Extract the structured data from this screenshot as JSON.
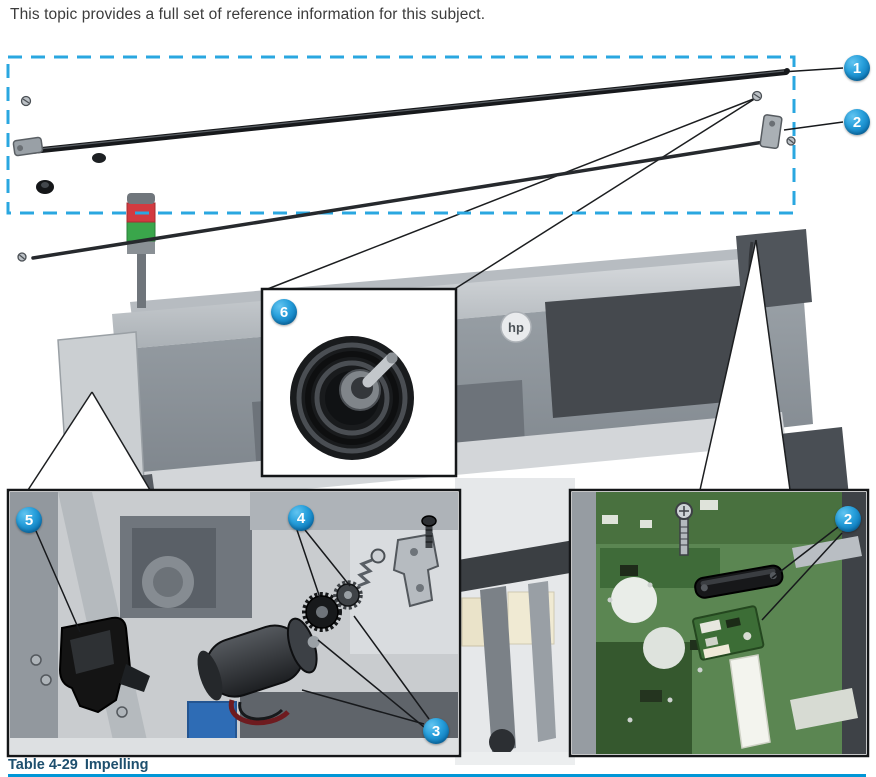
{
  "page": {
    "intro_text": "This topic provides a full set of reference information for this subject.",
    "table_caption_label": "Table 4-29",
    "table_caption_title": "Impelling"
  },
  "figure": {
    "printer_logo": "hp",
    "callouts": [
      {
        "id": "callout-1",
        "label": "1"
      },
      {
        "id": "callout-2-top",
        "label": "2"
      },
      {
        "id": "callout-6",
        "label": "6"
      },
      {
        "id": "callout-5",
        "label": "5"
      },
      {
        "id": "callout-4",
        "label": "4"
      },
      {
        "id": "callout-3",
        "label": "3"
      },
      {
        "id": "callout-2-bottom",
        "label": "2"
      }
    ],
    "colors": {
      "callout_blue": "#0f86c8",
      "dashed_box_blue": "#2aa7e0",
      "table_rule_blue": "#0096d6",
      "caption_text": "#1d4f6e",
      "beacon_red": "#d23a40",
      "beacon_green": "#3aa64b",
      "pcb_green": "#5b8652"
    }
  }
}
